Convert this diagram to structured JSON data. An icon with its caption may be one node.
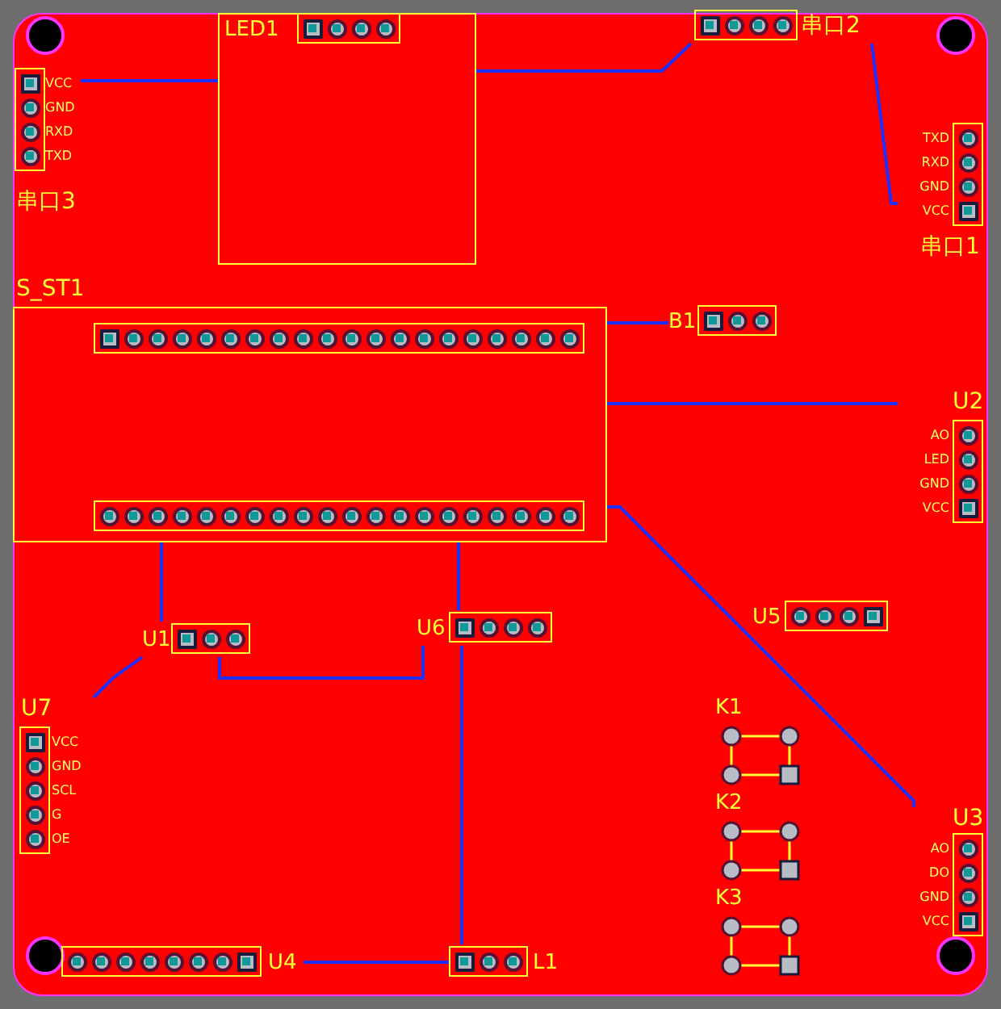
{
  "diagram": {
    "nodes": [
      {
        "text": [
          "LED1"
        ]
      },
      {
        "text": [
          "串口3"
        ],
        "beside": [
          "VCC",
          "GND",
          "RXD",
          "TXD"
        ]
      },
      {
        "text": [
          "串口2"
        ]
      },
      {
        "text": [
          "串口1"
        ],
        "beside": [
          "TXD",
          "RXD",
          "GND",
          "VCC"
        ]
      },
      {
        "text": [
          "S_ST1"
        ]
      },
      {
        "text": [
          "B1"
        ]
      },
      {
        "text": [
          "U2"
        ],
        "beside": [
          "AO",
          "LED",
          "GND",
          "VCC"
        ]
      },
      {
        "text": [
          "U1"
        ]
      },
      {
        "text": [
          "U6"
        ]
      },
      {
        "text": [
          "U5"
        ]
      },
      {
        "text": [
          "U7"
        ],
        "beside": [
          "VCC",
          "GND",
          "SCL",
          "G",
          "OE"
        ]
      },
      {
        "text": [
          "K1"
        ]
      },
      {
        "text": [
          "K2"
        ]
      },
      {
        "text": [
          "K3"
        ]
      },
      {
        "text": [
          "U3"
        ],
        "beside": [
          "AO",
          "DO",
          "GND",
          "VCC"
        ]
      },
      {
        "text": [
          "U4"
        ]
      },
      {
        "text": [
          "L1"
        ]
      }
    ],
    "edges": [
      {
        "from": 1,
        "to": 0,
        "arrow": "none"
      },
      {
        "from": 0,
        "to": 2,
        "arrow": "none"
      },
      {
        "from": 2,
        "to": 3,
        "arrow": "none"
      },
      {
        "from": 4,
        "to": 5,
        "arrow": "none"
      },
      {
        "from": 4,
        "to": 6,
        "arrow": "none"
      },
      {
        "from": 4,
        "to": 14,
        "arrow": "none"
      },
      {
        "from": 4,
        "to": 7,
        "arrow": "none"
      },
      {
        "from": 7,
        "to": 8,
        "arrow": "none"
      },
      {
        "from": 7,
        "to": 10,
        "arrow": "none"
      },
      {
        "from": 4,
        "to": 8,
        "arrow": "none"
      },
      {
        "from": 8,
        "to": 16,
        "arrow": "none"
      },
      {
        "from": 16,
        "to": 15,
        "arrow": "none"
      }
    ]
  }
}
